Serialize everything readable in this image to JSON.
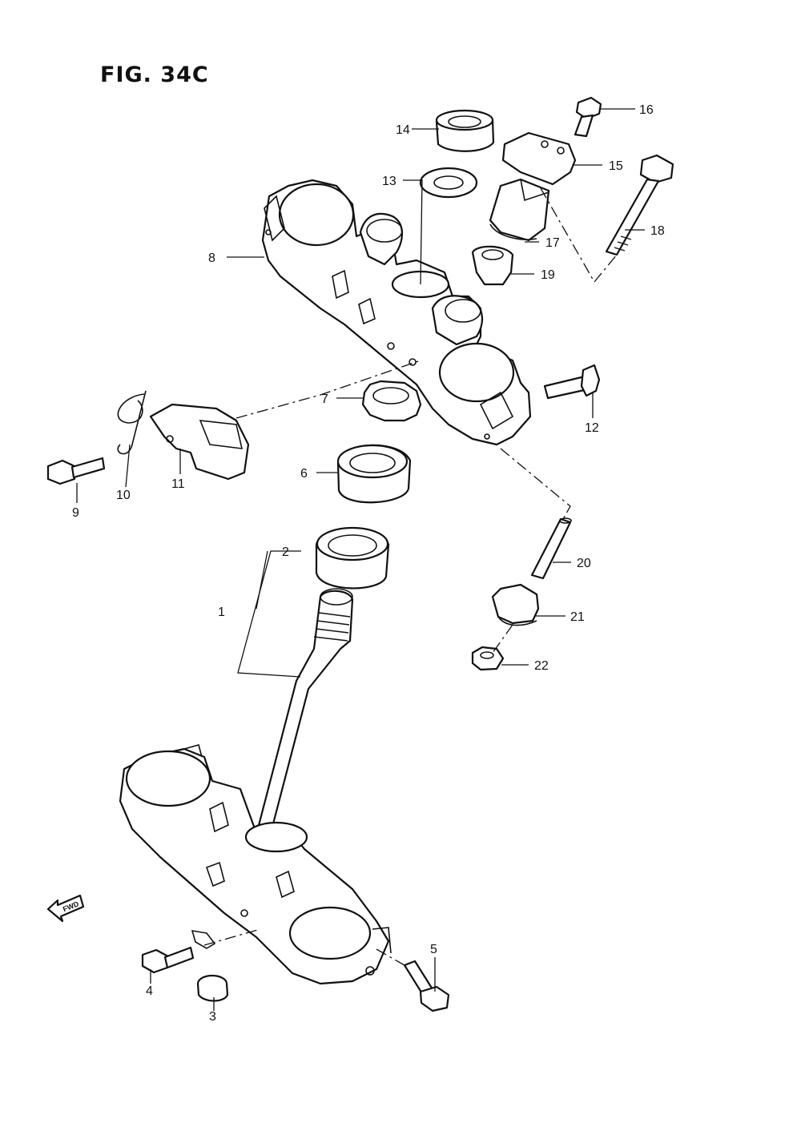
{
  "figure": {
    "title": "FIG. 34C"
  },
  "fwd_label": "FWD",
  "callouts": [
    "1",
    "2",
    "3",
    "4",
    "5",
    "6",
    "7",
    "8",
    "9",
    "10",
    "11",
    "12",
    "13",
    "14",
    "15",
    "16",
    "17",
    "18",
    "19",
    "20",
    "21",
    "22"
  ]
}
